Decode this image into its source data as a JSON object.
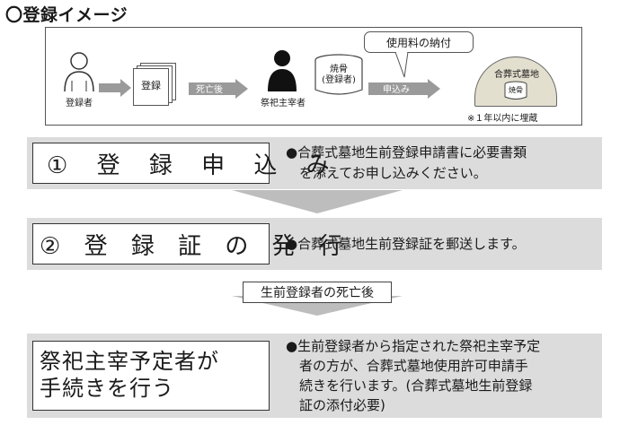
{
  "title": "〇登録イメージ",
  "overview": {
    "applicant_label": "登録者",
    "doc_label": "登録",
    "death_label": "死亡後",
    "chief_label": "祭祀主宰者",
    "urn_label_line1": "焼骨",
    "urn_label_line2": "(登録者)",
    "apply_label": "申込み",
    "fee_label": "使用料の納付",
    "cemetery_label": "合葬式墓地",
    "cemetery_urn_label": "焼骨",
    "note": "※１年以内に埋蔵"
  },
  "steps": [
    {
      "title": "① 登 録 申 込 み",
      "desc_lines": [
        "●合葬式墓地生前登録申請書に必要書類",
        "　を添えてお申し込みください。"
      ]
    },
    {
      "title": "② 登 録 証 の 発 行",
      "desc_lines": [
        "●合葬式墓地生前登録証を郵送します。"
      ]
    },
    {
      "title_lines": [
        "祭祀主宰予定者が",
        "手続きを行う"
      ],
      "desc_lines": [
        "●生前登録者から指定された祭祀主宰予定",
        "　者の方が、合葬式墓地使用許可申請手",
        "　続きを行います。(合葬式墓地生前登録",
        "　証の添付必要)"
      ]
    }
  ],
  "after_death_label": "生前登録者の死亡後",
  "colors": {
    "band": "#dcdcdc",
    "arrow": "#9a9a9a",
    "cemetery": "#e3dfcf",
    "person": "#111111"
  }
}
